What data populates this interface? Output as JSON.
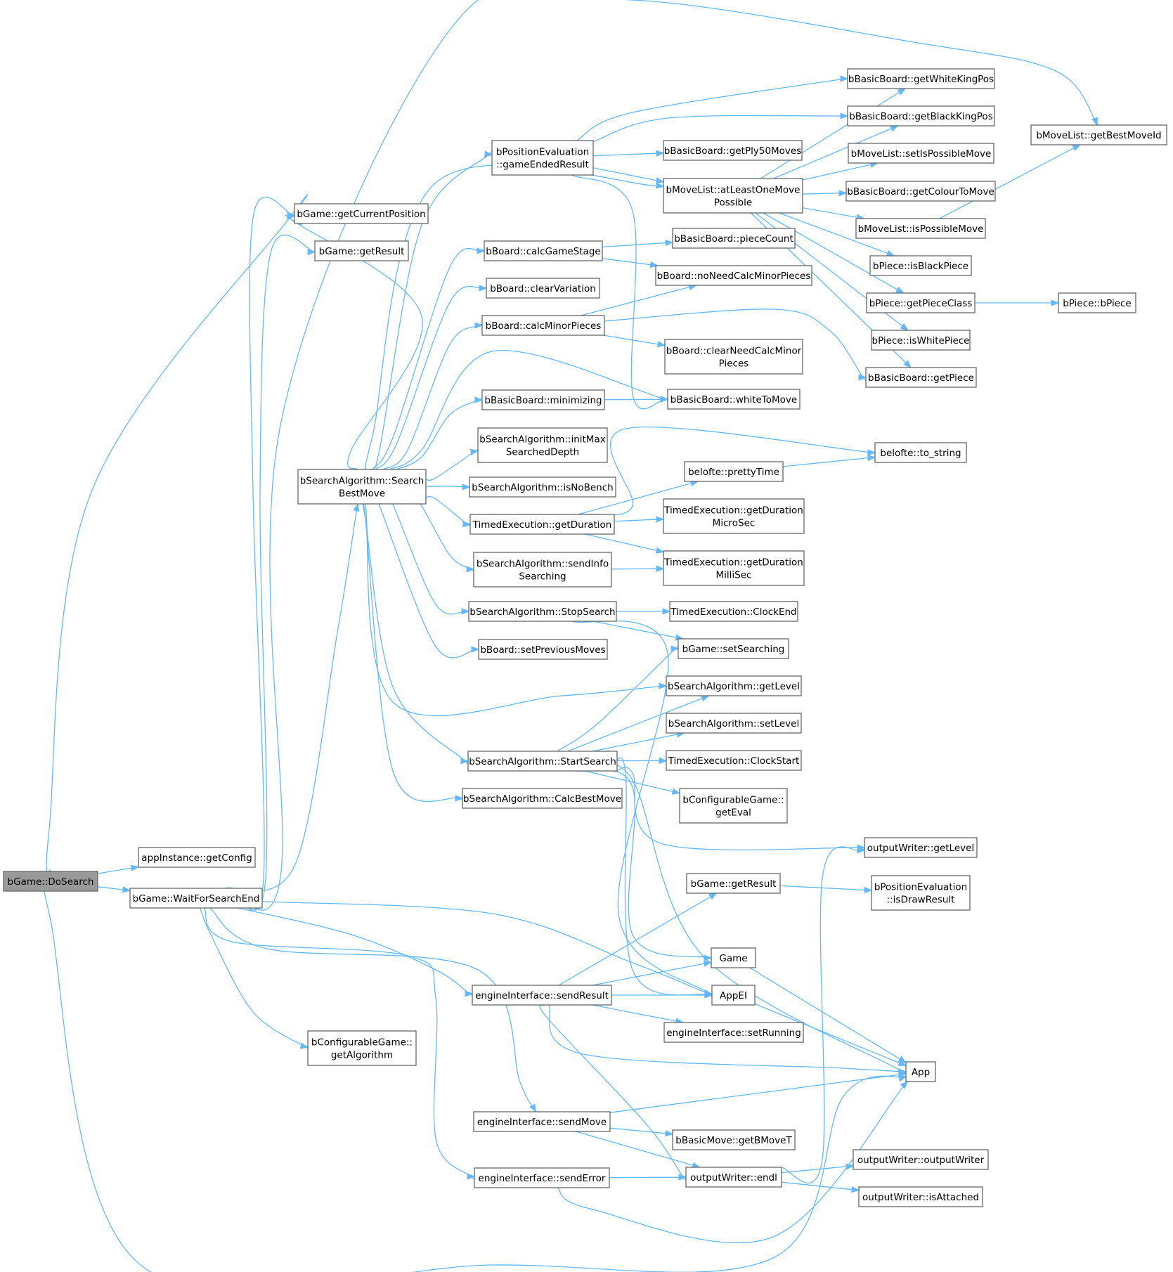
{
  "nodes": [
    {
      "id": "n_dosearch",
      "lines": [
        "bGame::DoSearch"
      ],
      "root": true
    },
    {
      "id": "n_getconfig",
      "lines": [
        "appInstance::getConfig"
      ]
    },
    {
      "id": "n_wait",
      "lines": [
        "bGame::WaitForSearchEnd"
      ]
    },
    {
      "id": "n_getcurpos",
      "lines": [
        "bGame::getCurrentPosition"
      ]
    },
    {
      "id": "n_getresult1",
      "lines": [
        "bGame::getResult"
      ]
    },
    {
      "id": "n_searchbest",
      "lines": [
        "bSearchAlgorithm::Search",
        "BestMove"
      ]
    },
    {
      "id": "n_getalgo",
      "lines": [
        "bConfigurableGame::",
        "getAlgorithm"
      ]
    },
    {
      "id": "n_gameended",
      "lines": [
        "bPositionEvaluation",
        "::gameEndedResult"
      ]
    },
    {
      "id": "n_calcstage",
      "lines": [
        "bBoard::calcGameStage"
      ]
    },
    {
      "id": "n_clearvar",
      "lines": [
        "bBoard::clearVariation"
      ]
    },
    {
      "id": "n_calcminor",
      "lines": [
        "bBoard::calcMinorPieces"
      ]
    },
    {
      "id": "n_minimizing",
      "lines": [
        "bBasicBoard::minimizing"
      ]
    },
    {
      "id": "n_initmax",
      "lines": [
        "bSearchAlgorithm::initMax",
        "SearchedDepth"
      ]
    },
    {
      "id": "n_isnobench",
      "lines": [
        "bSearchAlgorithm::isNoBench"
      ]
    },
    {
      "id": "n_getduration",
      "lines": [
        "TimedExecution::getDuration"
      ]
    },
    {
      "id": "n_sendinfo",
      "lines": [
        "bSearchAlgorithm::sendInfo",
        "Searching"
      ]
    },
    {
      "id": "n_stopsearch",
      "lines": [
        "bSearchAlgorithm::StopSearch"
      ]
    },
    {
      "id": "n_setprev",
      "lines": [
        "bBoard::setPreviousMoves"
      ]
    },
    {
      "id": "n_startsearch",
      "lines": [
        "bSearchAlgorithm::StartSearch"
      ]
    },
    {
      "id": "n_calcbest",
      "lines": [
        "bSearchAlgorithm::CalcBestMove"
      ]
    },
    {
      "id": "n_sendresult",
      "lines": [
        "engineInterface::sendResult"
      ]
    },
    {
      "id": "n_sendmove",
      "lines": [
        "engineInterface::sendMove"
      ]
    },
    {
      "id": "n_senderror",
      "lines": [
        "engineInterface::sendError"
      ]
    },
    {
      "id": "n_getply50",
      "lines": [
        "bBasicBoard::getPly50Moves"
      ]
    },
    {
      "id": "n_atleast",
      "lines": [
        "bMoveList::atLeastOneMove",
        "Possible"
      ]
    },
    {
      "id": "n_piececount",
      "lines": [
        "bBasicBoard::pieceCount"
      ]
    },
    {
      "id": "n_noneedcalc",
      "lines": [
        "bBoard::noNeedCalcMinorPieces"
      ]
    },
    {
      "id": "n_clearneed",
      "lines": [
        "bBoard::clearNeedCalcMinor",
        "Pieces"
      ]
    },
    {
      "id": "n_whitetomove",
      "lines": [
        "bBasicBoard::whiteToMove"
      ]
    },
    {
      "id": "n_prettytime",
      "lines": [
        "belofte::prettyTime"
      ]
    },
    {
      "id": "n_durmicro",
      "lines": [
        "TimedExecution::getDuration",
        "MicroSec"
      ]
    },
    {
      "id": "n_durmilli",
      "lines": [
        "TimedExecution::getDuration",
        "MilliSec"
      ]
    },
    {
      "id": "n_clockend",
      "lines": [
        "TimedExecution::ClockEnd"
      ]
    },
    {
      "id": "n_setsearching",
      "lines": [
        "bGame::setSearching"
      ]
    },
    {
      "id": "n_getlevel",
      "lines": [
        "bSearchAlgorithm::getLevel"
      ]
    },
    {
      "id": "n_setlevel",
      "lines": [
        "bSearchAlgorithm::setLevel"
      ]
    },
    {
      "id": "n_clockstart",
      "lines": [
        "TimedExecution::ClockStart"
      ]
    },
    {
      "id": "n_geteval",
      "lines": [
        "bConfigurableGame::",
        "getEval"
      ]
    },
    {
      "id": "n_getresult2",
      "lines": [
        "bGame::getResult"
      ]
    },
    {
      "id": "n_game",
      "lines": [
        "Game"
      ]
    },
    {
      "id": "n_appei",
      "lines": [
        "AppEI"
      ]
    },
    {
      "id": "n_setrunning",
      "lines": [
        "engineInterface::setRunning"
      ]
    },
    {
      "id": "n_getbmovet",
      "lines": [
        "bBasicMove::getBMoveT"
      ]
    },
    {
      "id": "n_endl",
      "lines": [
        "outputWriter::endl"
      ]
    },
    {
      "id": "n_whiteking",
      "lines": [
        "bBasicBoard::getWhiteKingPos"
      ]
    },
    {
      "id": "n_blackking",
      "lines": [
        "bBasicBoard::getBlackKingPos"
      ]
    },
    {
      "id": "n_setispossible",
      "lines": [
        "bMoveList::setIsPossibleMove"
      ]
    },
    {
      "id": "n_getcolour",
      "lines": [
        "bBasicBoard::getColourToMove"
      ]
    },
    {
      "id": "n_ispossible",
      "lines": [
        "bMoveList::isPossibleMove"
      ]
    },
    {
      "id": "n_isblack",
      "lines": [
        "bPiece::isBlackPiece"
      ]
    },
    {
      "id": "n_getpiececlass",
      "lines": [
        "bPiece::getPieceClass"
      ]
    },
    {
      "id": "n_iswhite",
      "lines": [
        "bPiece::isWhitePiece"
      ]
    },
    {
      "id": "n_getpiece",
      "lines": [
        "bBasicBoard::getPiece"
      ]
    },
    {
      "id": "n_tostring",
      "lines": [
        "belofte::to_string"
      ]
    },
    {
      "id": "n_outlevel",
      "lines": [
        "outputWriter::getLevel"
      ]
    },
    {
      "id": "n_isdraw",
      "lines": [
        "bPositionEvaluation",
        "::isDrawResult"
      ]
    },
    {
      "id": "n_app",
      "lines": [
        "App"
      ]
    },
    {
      "id": "n_outwriter",
      "lines": [
        "outputWriter::outputWriter"
      ]
    },
    {
      "id": "n_isattached",
      "lines": [
        "outputWriter::isAttached"
      ]
    },
    {
      "id": "n_getbestmoveid",
      "lines": [
        "bMoveList::getBestMoveId"
      ]
    },
    {
      "id": "n_bpiece",
      "lines": [
        "bPiece::bPiece"
      ]
    }
  ],
  "colors": {
    "edge": "#63b8ff",
    "root_fill": "#999999",
    "node_border": "#666666"
  }
}
